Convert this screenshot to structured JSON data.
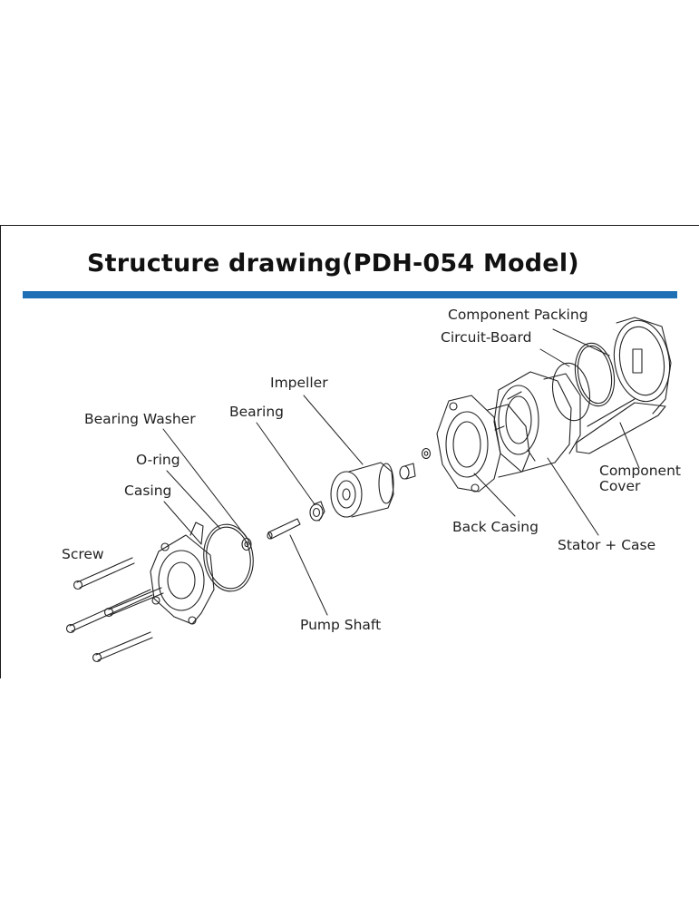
{
  "title": "Structure drawing(PDH-054 Model)",
  "colors": {
    "rule": "#1f6fb5",
    "line": "#222222"
  },
  "labels": {
    "component_packing": "Component Packing",
    "circuit_board": "Circuit-Board",
    "impeller": "Impeller",
    "bearing_washer": "Bearing Washer",
    "bearing": "Bearing",
    "o_ring": "O-ring",
    "casing": "Casing",
    "component_cover_1": "Component",
    "component_cover_2": "Cover",
    "screw": "Screw",
    "back_casing": "Back Casing",
    "stator_case": "Stator + Case",
    "pump_shaft": "Pump Shaft"
  }
}
